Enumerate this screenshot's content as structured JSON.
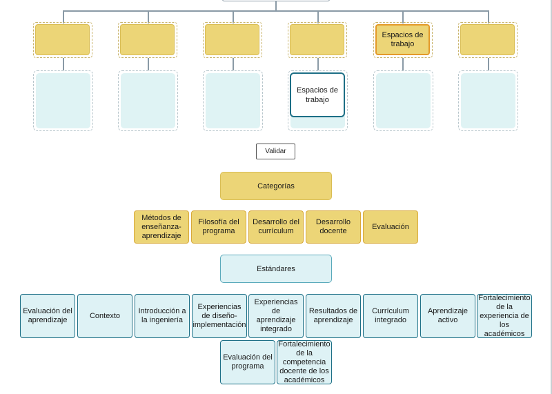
{
  "matrix": {
    "columns": [
      {
        "header": "",
        "slot": ""
      },
      {
        "header": "",
        "slot": ""
      },
      {
        "header": "",
        "slot": ""
      },
      {
        "header": "",
        "slot": "Espacios de trabajo"
      },
      {
        "header": "Espacios de trabajo",
        "slot": ""
      },
      {
        "header": "",
        "slot": ""
      }
    ]
  },
  "validate_label": "Validar",
  "categories": {
    "title": "Categorías",
    "items": [
      "Métodos de enseñanza-aprendizaje",
      "Filosofía del programa",
      "Desarrollo del currículum",
      "Desarrollo docente",
      "Evaluación"
    ]
  },
  "standards": {
    "title": "Estándares",
    "items": [
      "Evaluación del aprendizaje",
      "Contexto",
      "Introducción a la ingeniería",
      "Experiencias de diseño-implementación",
      "Experiencias de aprendizaje integrado",
      "Resultados de aprendizaje",
      "Currículum integrado",
      "Aprendizaje activo",
      "Fortalecimiento de la experiencia de los académicos",
      "Evaluación del programa",
      "Fortalecimiento de la competencia docente de los académicos"
    ]
  }
}
